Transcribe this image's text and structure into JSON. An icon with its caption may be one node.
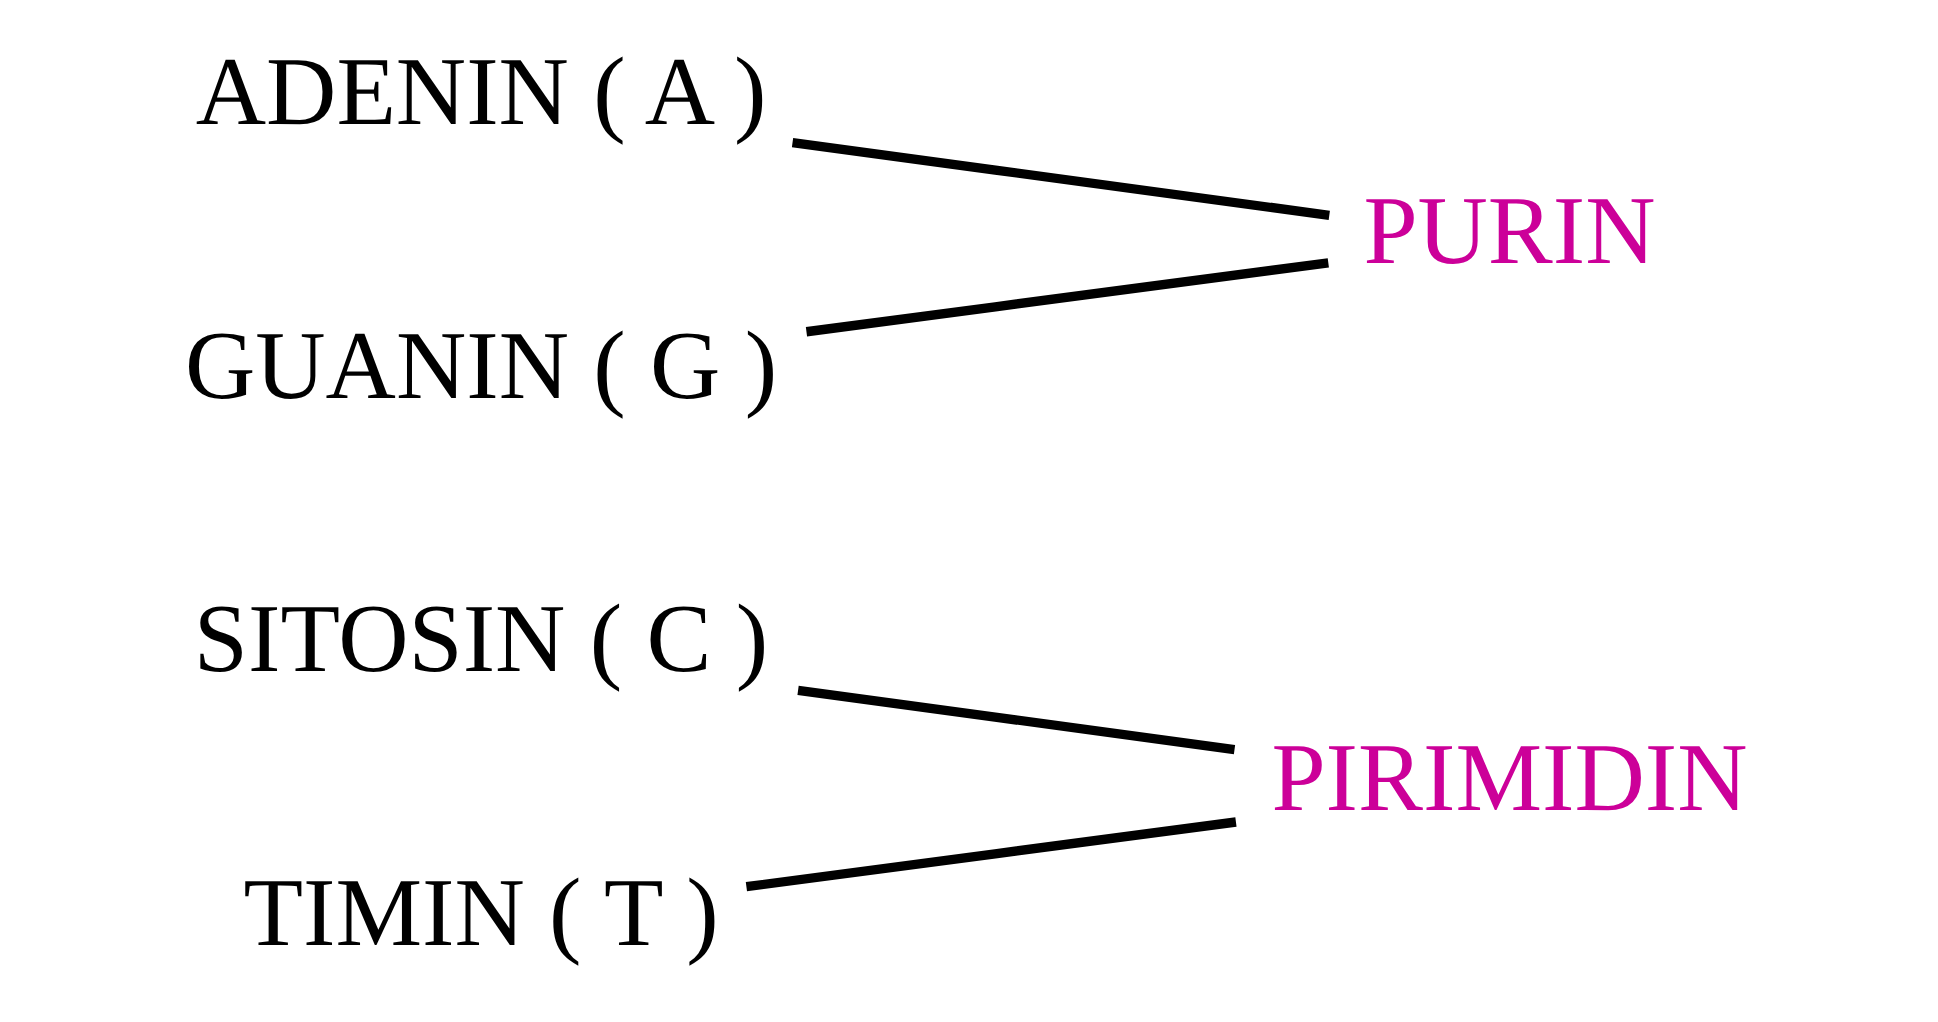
{
  "diagram": {
    "nodes": [
      {
        "text": [
          "SITOSIN ( C )"
        ]
      },
      {
        "text": [
          "TIMIN ( T )"
        ]
      },
      {
        "text": [
          "PIRIMIDIN"
        ]
      },
      {
        "text": [
          "ADENIN ( A )"
        ]
      },
      {
        "text": [
          "GUANIN ( G )"
        ]
      },
      {
        "text": [
          "PURIN"
        ]
      }
    ],
    "edges": [
      {
        "from": 0,
        "to": 2,
        "arrow": "none"
      },
      {
        "from": 1,
        "to": 2,
        "arrow": "none"
      },
      {
        "from": 3,
        "to": 5,
        "arrow": "none"
      },
      {
        "from": 4,
        "to": 5,
        "arrow": "none"
      }
    ]
  }
}
